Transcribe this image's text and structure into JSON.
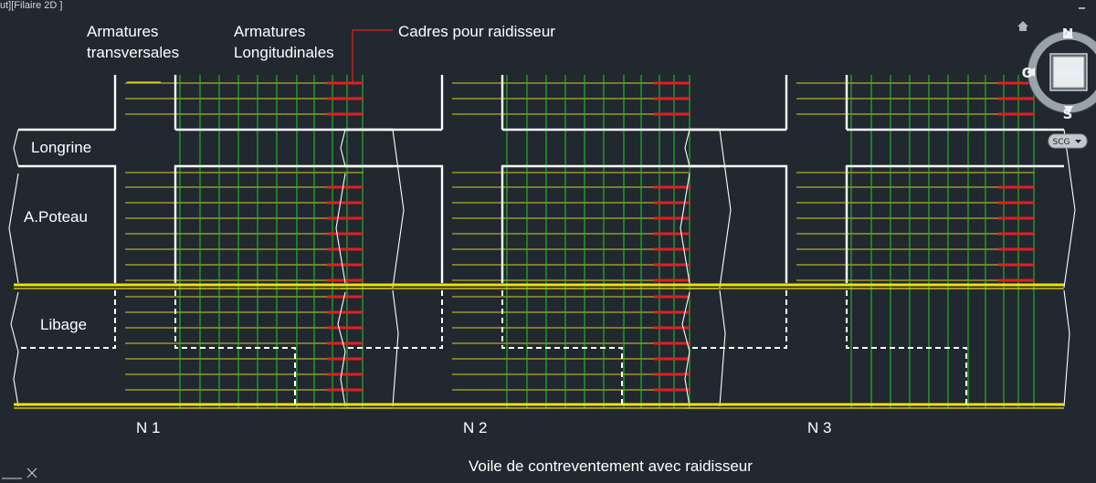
{
  "viewport": {
    "label": "ut][Filaire 2D ]"
  },
  "annotations": {
    "transversales_line1": "Armatures",
    "transversales_line2": "transversales",
    "longitudinales_line1": "Armatures",
    "longitudinales_line2": "Longitudinales",
    "cadres": "Cadres pour raidisseur"
  },
  "layers": {
    "longrine": "Longrine",
    "poteau": "A.Poteau",
    "libage": "Libage"
  },
  "variants": [
    "N 1",
    "N 2",
    "N 3"
  ],
  "caption": "Voile de contreventement avec raidisseur",
  "viewcube": {
    "north": "N",
    "south": "S",
    "west": "O",
    "face": "HAUT",
    "coordinate_system": "SCG"
  },
  "colors": {
    "background": "#212830",
    "outline": "#ffffff",
    "transverse_bar": "#d8d020",
    "longitudinal_bar": "#20c020",
    "stirrup": "#e02020",
    "ground_line": "#f0e010"
  }
}
